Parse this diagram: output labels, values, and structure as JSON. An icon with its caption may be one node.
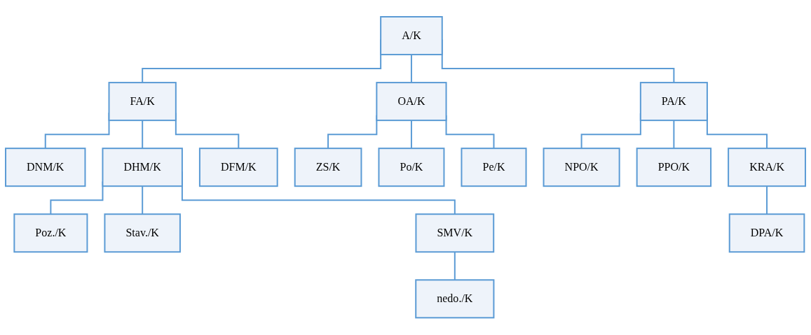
{
  "diagram": {
    "nodes": [
      {
        "text": [
          "A/K"
        ]
      },
      {
        "text": [
          "FA/K"
        ]
      },
      {
        "text": [
          "OA/K"
        ]
      },
      {
        "text": [
          "PA/K"
        ]
      },
      {
        "text": [
          "DNM/K"
        ]
      },
      {
        "text": [
          "DHM/K"
        ]
      },
      {
        "text": [
          "DFM/K"
        ]
      },
      {
        "text": [
          "ZS/K"
        ]
      },
      {
        "text": [
          "Po/K"
        ]
      },
      {
        "text": [
          "Pe/K"
        ]
      },
      {
        "text": [
          "NPO/K"
        ]
      },
      {
        "text": [
          "PPO/K"
        ]
      },
      {
        "text": [
          "KRA/K"
        ]
      },
      {
        "text": [
          "Poz./K"
        ]
      },
      {
        "text": [
          "Stav./K"
        ]
      },
      {
        "text": [
          "SMV/K"
        ]
      },
      {
        "text": [
          "DPA/K"
        ]
      },
      {
        "text": [
          "nedo./K"
        ]
      }
    ],
    "edges": [
      {
        "from": 0,
        "to": 1,
        "arrow": "none"
      },
      {
        "from": 0,
        "to": 2,
        "arrow": "none"
      },
      {
        "from": 0,
        "to": 3,
        "arrow": "none"
      },
      {
        "from": 1,
        "to": 4,
        "arrow": "none"
      },
      {
        "from": 1,
        "to": 5,
        "arrow": "none"
      },
      {
        "from": 1,
        "to": 6,
        "arrow": "none"
      },
      {
        "from": 2,
        "to": 7,
        "arrow": "none"
      },
      {
        "from": 2,
        "to": 8,
        "arrow": "none"
      },
      {
        "from": 2,
        "to": 9,
        "arrow": "none"
      },
      {
        "from": 3,
        "to": 10,
        "arrow": "none"
      },
      {
        "from": 3,
        "to": 11,
        "arrow": "none"
      },
      {
        "from": 3,
        "to": 12,
        "arrow": "none"
      },
      {
        "from": 5,
        "to": 13,
        "arrow": "none"
      },
      {
        "from": 5,
        "to": 14,
        "arrow": "none"
      },
      {
        "from": 5,
        "to": 15,
        "arrow": "none"
      },
      {
        "from": 12,
        "to": 16,
        "arrow": "none"
      },
      {
        "from": 15,
        "to": 17,
        "arrow": "none"
      }
    ]
  }
}
